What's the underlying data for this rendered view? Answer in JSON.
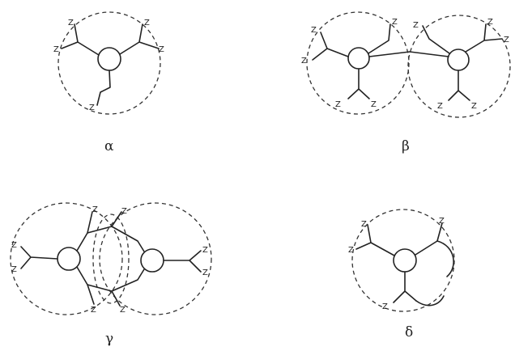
{
  "panels": {
    "alpha": {
      "label": "α"
    },
    "beta": {
      "label": "β"
    },
    "gamma": {
      "label": "γ"
    },
    "delta": {
      "label": "δ"
    }
  },
  "end_group_label": "Z"
}
